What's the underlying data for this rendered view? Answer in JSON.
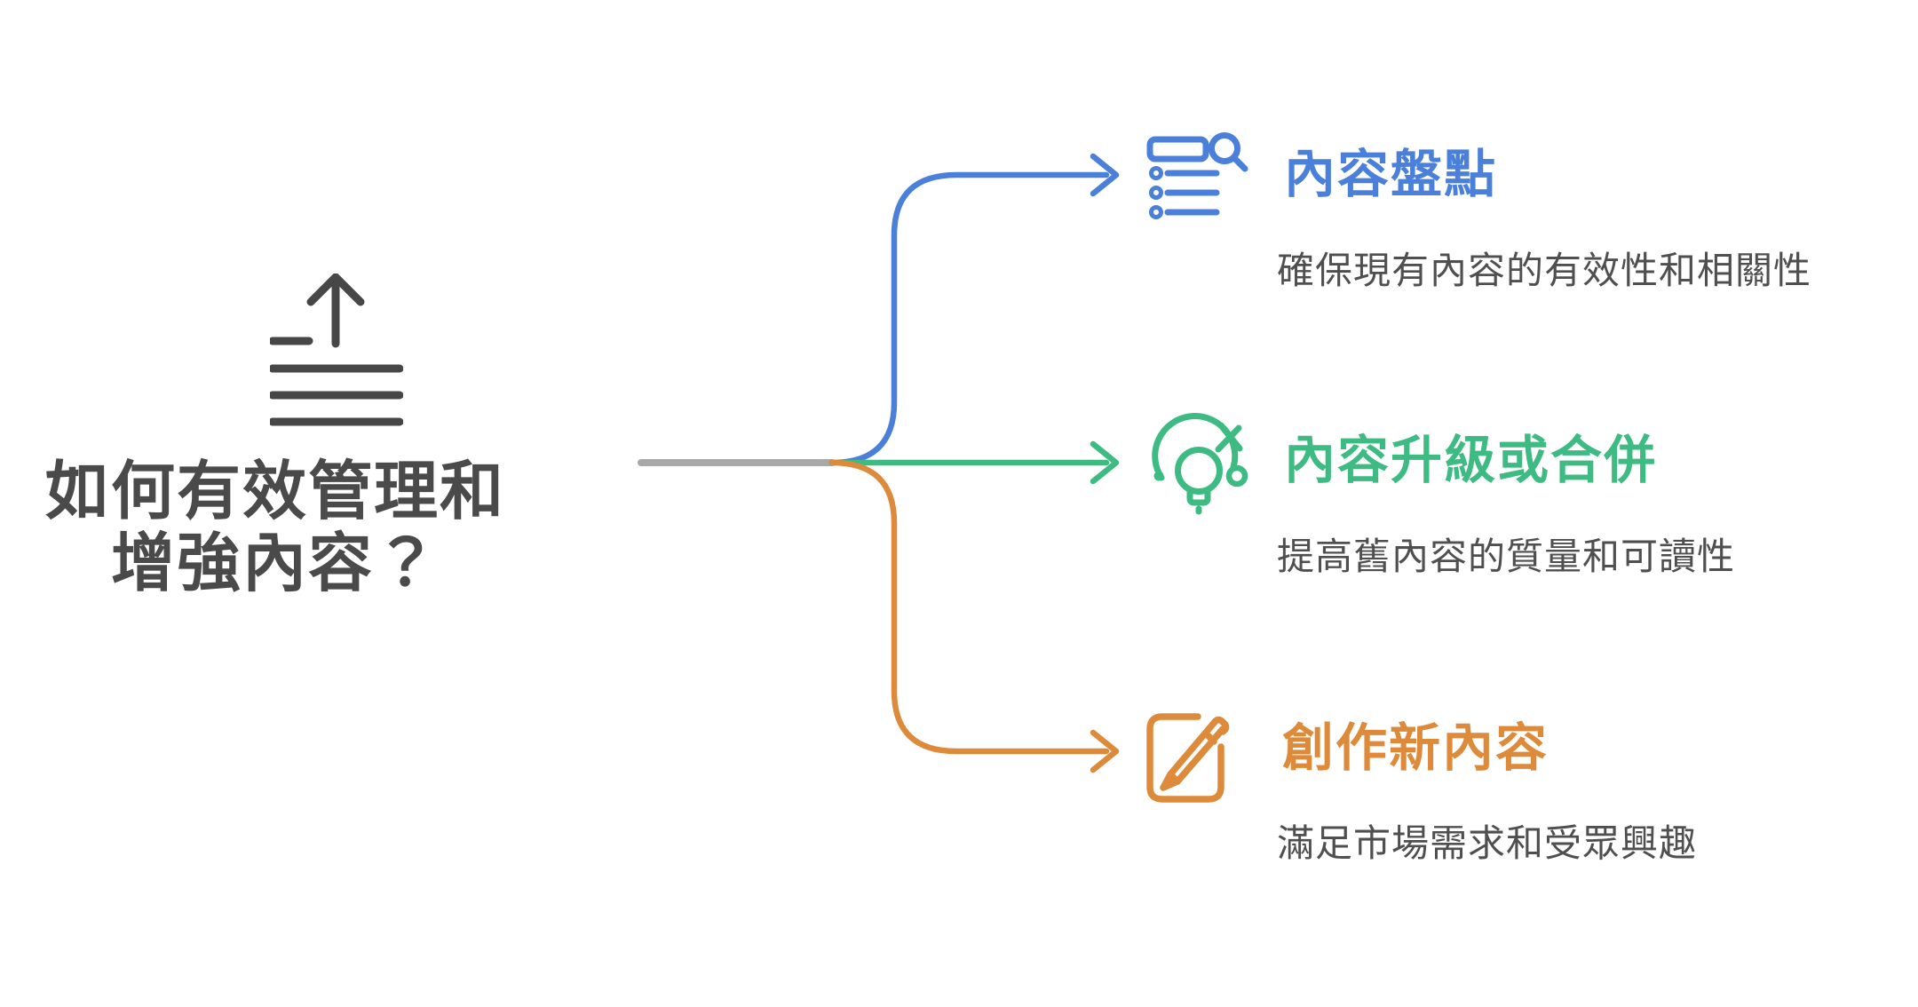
{
  "central": {
    "title": "如何有效管理和增強內容？",
    "icon": "upload-lines-icon"
  },
  "branches": [
    {
      "id": "content-inventory",
      "title": "內容盤點",
      "subtitle": "確保現有內容的有效性和相關性",
      "icon": "list-search-icon",
      "color": "#4A80D9"
    },
    {
      "id": "content-upgrade-merge",
      "title": "內容升級或合併",
      "subtitle": "提高舊內容的質量和可讀性",
      "icon": "idea-refresh-icon",
      "color": "#3DBB82"
    },
    {
      "id": "create-new-content",
      "title": "創作新內容",
      "subtitle": "滿足市場需求和受眾興趣",
      "icon": "compose-pen-icon",
      "color": "#DD8B3B"
    }
  ],
  "colors": {
    "branch_blue": "#4A80D9",
    "branch_green": "#3DBB82",
    "branch_orange": "#DD8B3B",
    "trunk_gray": "#A8A8A8",
    "heading_dark": "#4A4A4A",
    "subtitle_gray": "#4F4F4F",
    "central_icon_dark": "#474747"
  }
}
